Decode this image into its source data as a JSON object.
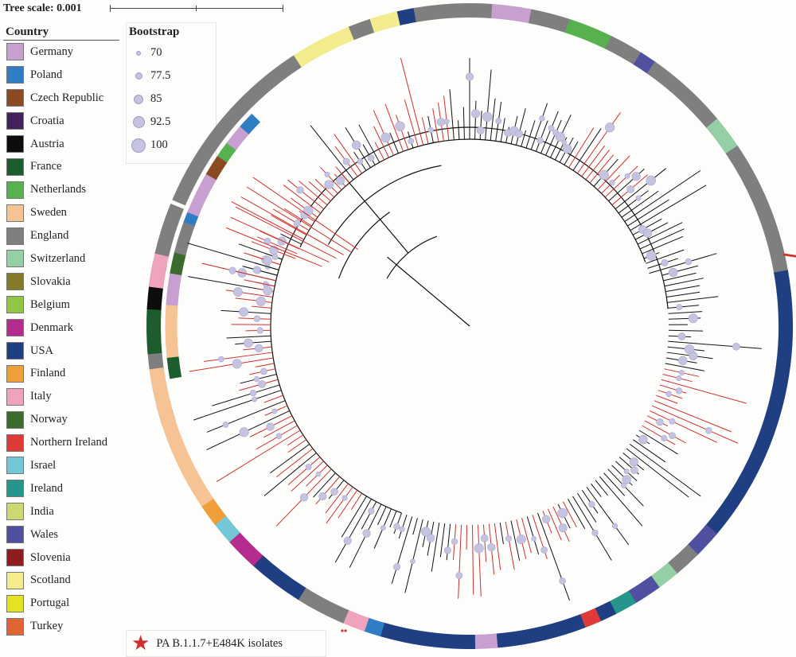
{
  "scale": {
    "label": "Tree scale: 0.001"
  },
  "country_legend": {
    "title": "Country",
    "items": [
      {
        "label": "Germany",
        "color": "#c79fd0"
      },
      {
        "label": "Poland",
        "color": "#2f7dc2"
      },
      {
        "label": "Czech Republic",
        "color": "#8c4a22"
      },
      {
        "label": "Croatia",
        "color": "#43215e"
      },
      {
        "label": "Austria",
        "color": "#0d0d0d"
      },
      {
        "label": "France",
        "color": "#1d5c2c"
      },
      {
        "label": "Netherlands",
        "color": "#57b14e"
      },
      {
        "label": "Sweden",
        "color": "#f5c394"
      },
      {
        "label": "England",
        "color": "#7f7f7f"
      },
      {
        "label": "Switzerland",
        "color": "#94cfa5"
      },
      {
        "label": "Slovakia",
        "color": "#847a2a"
      },
      {
        "label": "Belgium",
        "color": "#8fc645"
      },
      {
        "label": "Denmark",
        "color": "#b52c8f"
      },
      {
        "label": "USA",
        "color": "#1f3f82"
      },
      {
        "label": "Finland",
        "color": "#ef9f3a"
      },
      {
        "label": "Italy",
        "color": "#f0a4bc"
      },
      {
        "label": "Norway",
        "color": "#3c6b2e"
      },
      {
        "label": "Northern Ireland",
        "color": "#dd3a38"
      },
      {
        "label": "Israel",
        "color": "#74c7d6"
      },
      {
        "label": "Ireland",
        "color": "#26958b"
      },
      {
        "label": "India",
        "color": "#ced872"
      },
      {
        "label": "Wales",
        "color": "#5050a0"
      },
      {
        "label": "Slovenia",
        "color": "#8e1c1c"
      },
      {
        "label": "Scotland",
        "color": "#f2ec8e"
      },
      {
        "label": "Portugal",
        "color": "#e7e21f"
      },
      {
        "label": "Turkey",
        "color": "#e06532"
      }
    ]
  },
  "bootstrap_legend": {
    "title": "Bootstrap",
    "items": [
      {
        "label": "70",
        "value": 70
      },
      {
        "label": "77.5",
        "value": 77.5
      },
      {
        "label": "85",
        "value": 85
      },
      {
        "label": "92.5",
        "value": 92.5
      },
      {
        "label": "100",
        "value": 100
      }
    ]
  },
  "highlight_legend": {
    "label": "PA B.1.1.7+E484K isolates",
    "color": "#d0302c"
  },
  "colors": {
    "branch": "#111111",
    "highlight_branch": "#d0302c",
    "node": "#c5c4e0"
  }
}
